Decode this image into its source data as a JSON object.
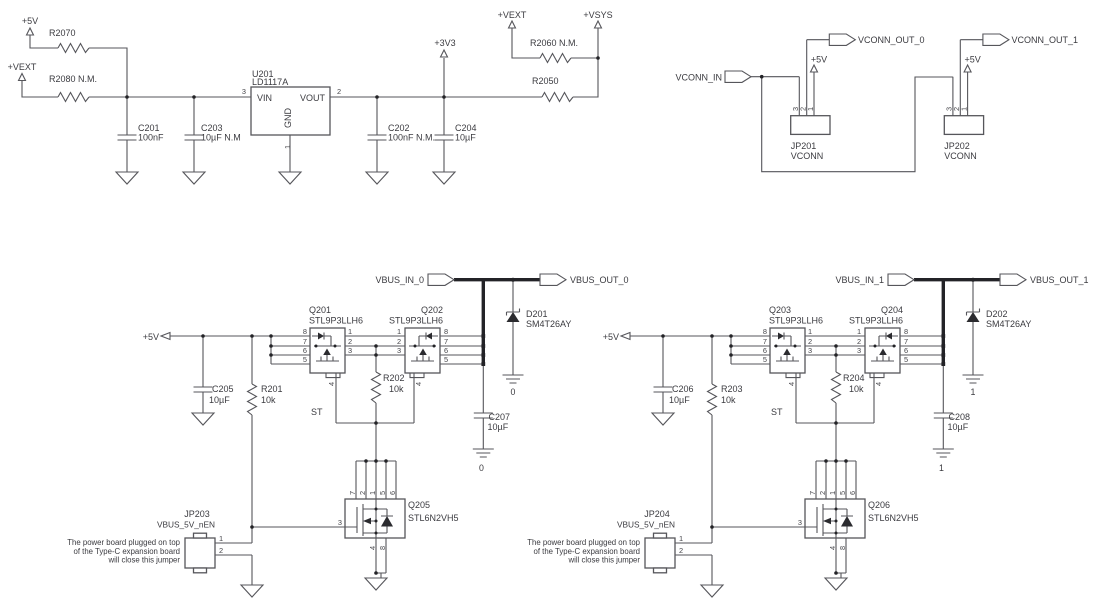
{
  "regulator": {
    "p5v": "+5V",
    "pvext": "+VEXT",
    "r2070": "R2070",
    "r2080": "R2080 N.M.",
    "c201_ref": "C201",
    "c201_val": "100nF",
    "c203_ref": "C203",
    "c203_val": "10µF N.M",
    "u201_ref": "U201",
    "u201_part": "LD1117A",
    "vin": "VIN",
    "vout": "VOUT",
    "gnd": "GND",
    "pin_vin": "3",
    "pin_vout": "2",
    "pin_gnd": "1",
    "c202_ref": "C202",
    "c202_val": "100nF N.M.",
    "c204_ref": "C204",
    "c204_val": "10µF",
    "p3v3": "+3V3",
    "r2050": "R2050",
    "r2060": "R2060 N.M.",
    "pvext2": "+VEXT",
    "pvsys": "+VSYS"
  },
  "vconn": {
    "in": "VCONN_IN",
    "out0": "VCONN_OUT_0",
    "out1": "VCONN_OUT_1",
    "p5v": "+5V",
    "jp201_ref": "JP201",
    "jp202_ref": "JP202",
    "name": "VCONN"
  },
  "pins": {
    "n1": "1",
    "n2": "2",
    "n3": "3",
    "n4": "4",
    "n5": "5",
    "n6": "6",
    "n7": "7",
    "n8": "8"
  },
  "vbus0": {
    "p5v": "+5V",
    "in": "VBUS_IN_0",
    "out": "VBUS_OUT_0",
    "d_ref": "D201",
    "d_part": "SM4T26AY",
    "qa_ref": "Q201",
    "qa_part": "STL9P3LLH6",
    "qb_ref": "Q202",
    "qb_part": "STL9P3LLH6",
    "rg_ref": "R201",
    "rg_val": "10k",
    "rs_ref": "R202",
    "rs_val": "10k",
    "cin_ref": "C205",
    "cin_val": "10µF",
    "cout_ref": "C207",
    "cout_val": "10µF",
    "st": "ST",
    "net": "0",
    "qn_ref": "Q205",
    "qn_part": "STL6N2VH5",
    "jp_ref": "JP203",
    "jp_name": "VBUS_5V_nEN",
    "note1": "The power board plugged on top",
    "note2": "of the Type-C expansion board",
    "note3": "will close this jumper"
  },
  "vbus1": {
    "p5v": "+5V",
    "in": "VBUS_IN_1",
    "out": "VBUS_OUT_1",
    "d_ref": "D202",
    "d_part": "SM4T26AY",
    "qa_ref": "Q203",
    "qa_part": "STL9P3LLH6",
    "qb_ref": "Q204",
    "qb_part": "STL9P3LLH6",
    "rg_ref": "R203",
    "rg_val": "10k",
    "rs_ref": "R204",
    "rs_val": "10k",
    "cin_ref": "C206",
    "cin_val": "10µF",
    "cout_ref": "C208",
    "cout_val": "10µF",
    "st": "ST",
    "net": "1",
    "qn_ref": "Q206",
    "qn_part": "STL6N2VH5",
    "jp_ref": "JP204",
    "jp_name": "VBUS_5V_nEN",
    "note1": "The power board plugged on top",
    "note2": "of the Type-C expansion board",
    "note3": "will close this jumper"
  }
}
